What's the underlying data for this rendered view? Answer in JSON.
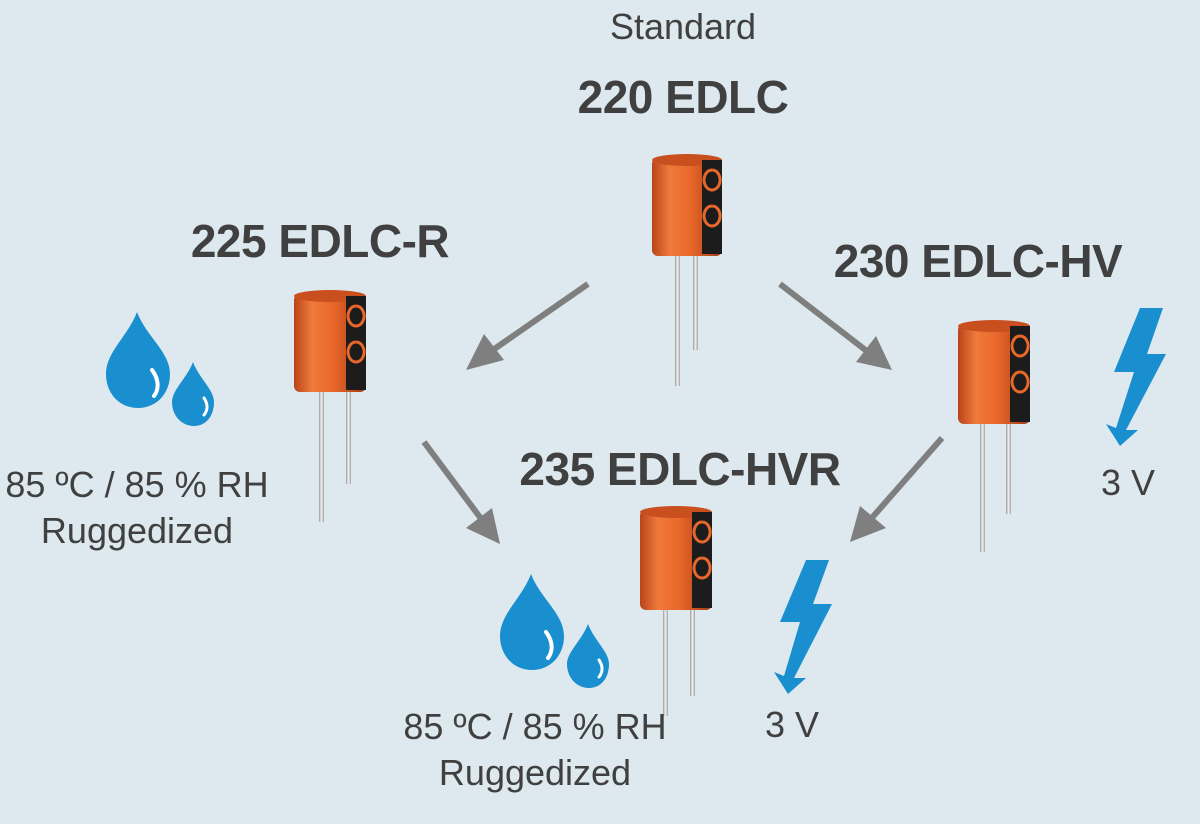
{
  "top": {
    "label": "Standard",
    "title": "220 EDLC"
  },
  "left": {
    "title": "225 EDLC-R",
    "note_line1": "85 ºC / 85 % RH",
    "note_line2": "Ruggedized"
  },
  "right": {
    "title": "230 EDLC-HV",
    "voltage": "3 V"
  },
  "bottom": {
    "title": "235 EDLC-HVR",
    "note_line1": "85 ºC / 85 % RH",
    "note_line2": "Ruggedized",
    "voltage": "3 V"
  },
  "colors": {
    "background": "#dde9ee",
    "text": "#404040",
    "arrow": "#7f7f7f",
    "drop": "#1a8fd0",
    "bolt": "#1a8fd0",
    "capacitor_body": "#e9672a",
    "capacitor_stripe": "#1c1c1c"
  },
  "icons": [
    "water-drops-icon",
    "lightning-bolt-icon",
    "capacitor-icon",
    "arrow-icon"
  ]
}
